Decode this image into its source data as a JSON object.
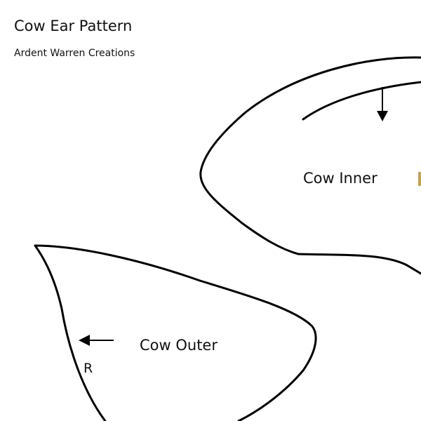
{
  "document": {
    "title": "Cow Ear Pattern",
    "subtitle": "Ardent Warren Creations"
  },
  "pieces": {
    "inner": {
      "label": "Cow Inner"
    },
    "outer": {
      "label": "Cow Outer",
      "mark": "R"
    }
  },
  "colors": {
    "line": "#000000",
    "accent_mark": "#c9a14a",
    "text": "#111111"
  }
}
